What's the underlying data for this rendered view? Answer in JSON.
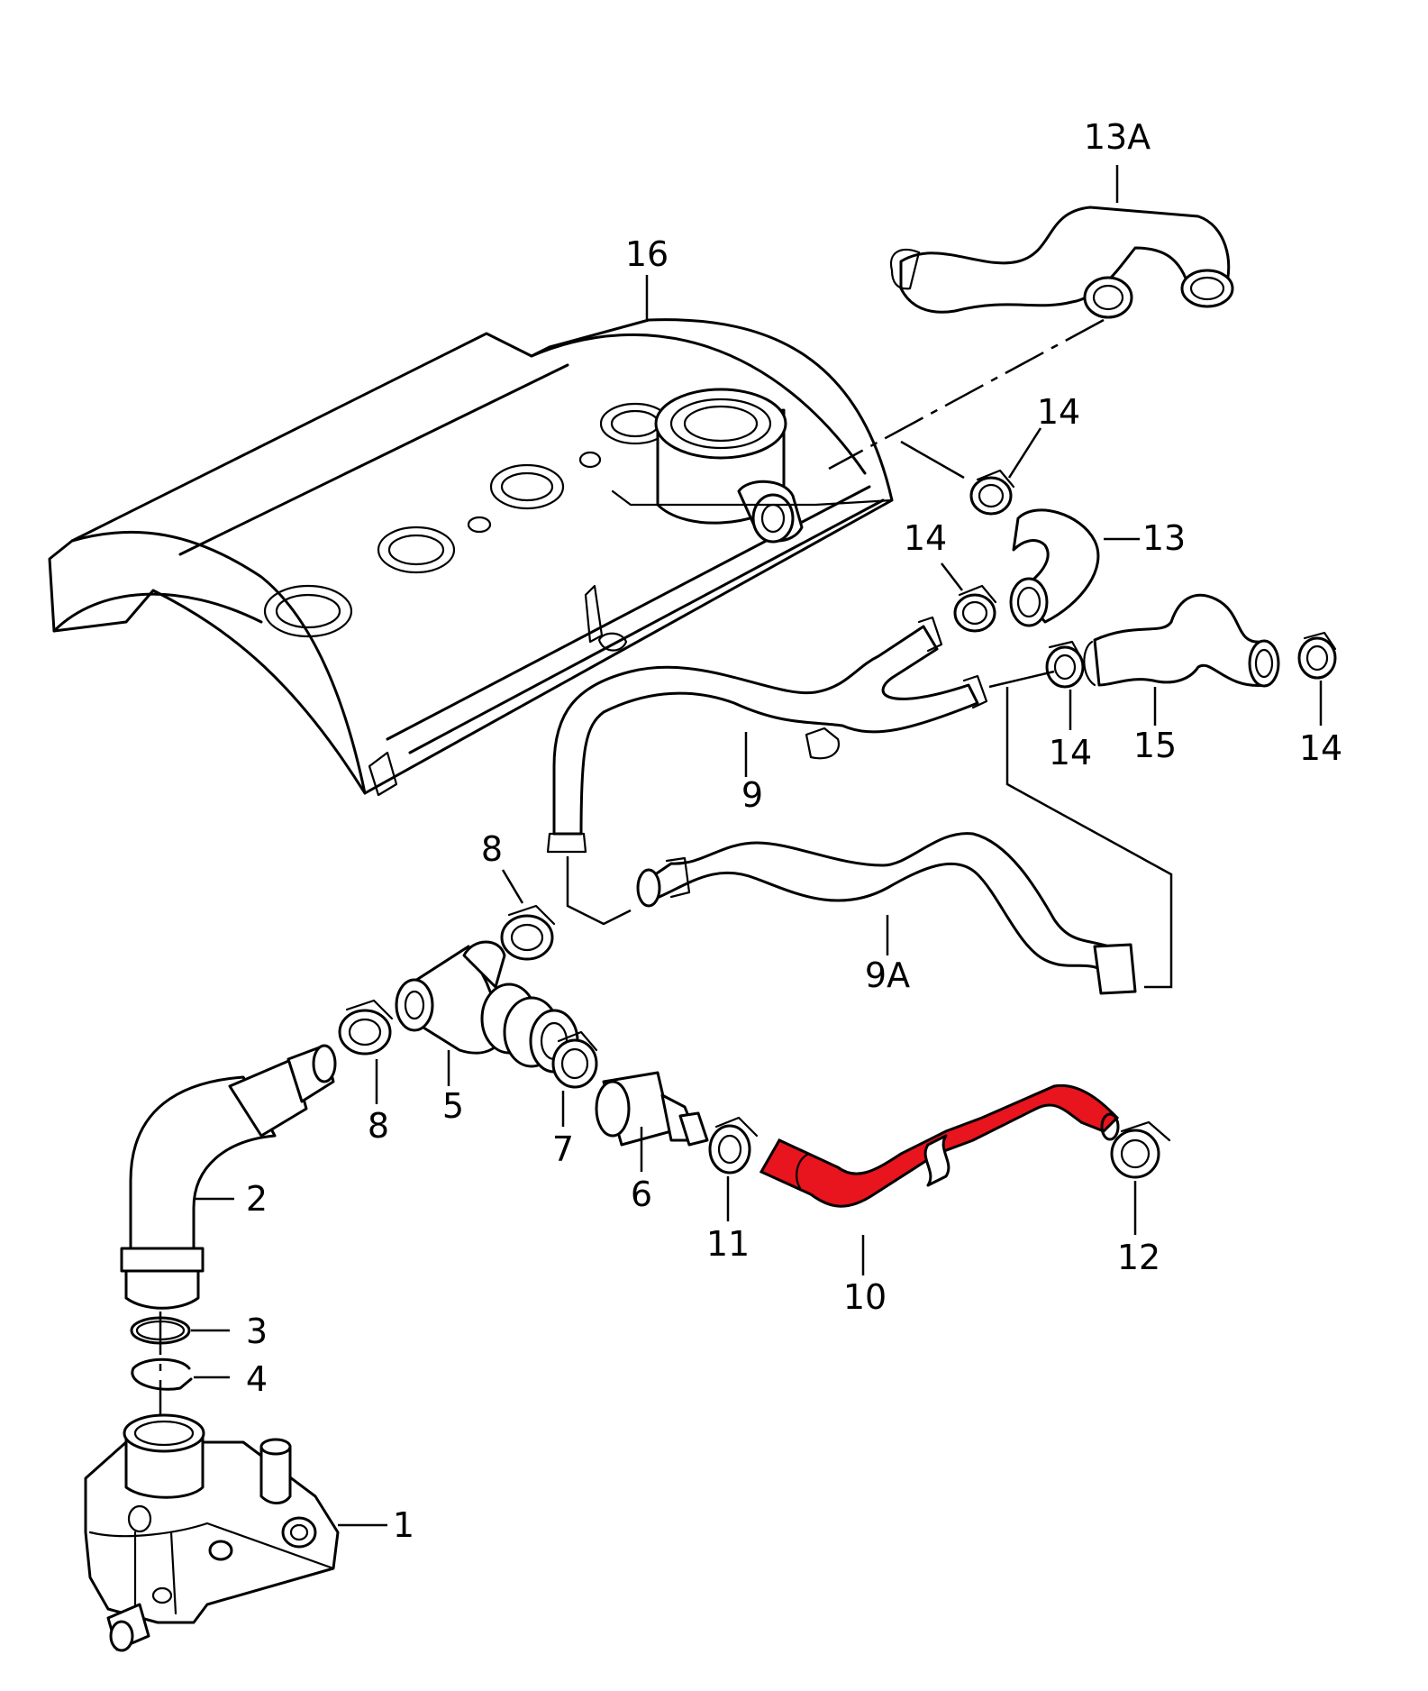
{
  "colors": {
    "line": "#000000",
    "background": "#ffffff",
    "highlight": "#e8141e"
  },
  "highlighted_part": "10",
  "labels": {
    "p1": "1",
    "p2": "2",
    "p3": "3",
    "p4": "4",
    "p5": "5",
    "p6": "6",
    "p7": "7",
    "p8a": "8",
    "p8b": "8",
    "p9": "9",
    "p9a": "9A",
    "p10": "10",
    "p11": "11",
    "p12": "12",
    "p13": "13",
    "p13a": "13A",
    "p14a": "14",
    "p14b": "14",
    "p14c": "14",
    "p14d": "14",
    "p15": "15",
    "p16": "16"
  }
}
